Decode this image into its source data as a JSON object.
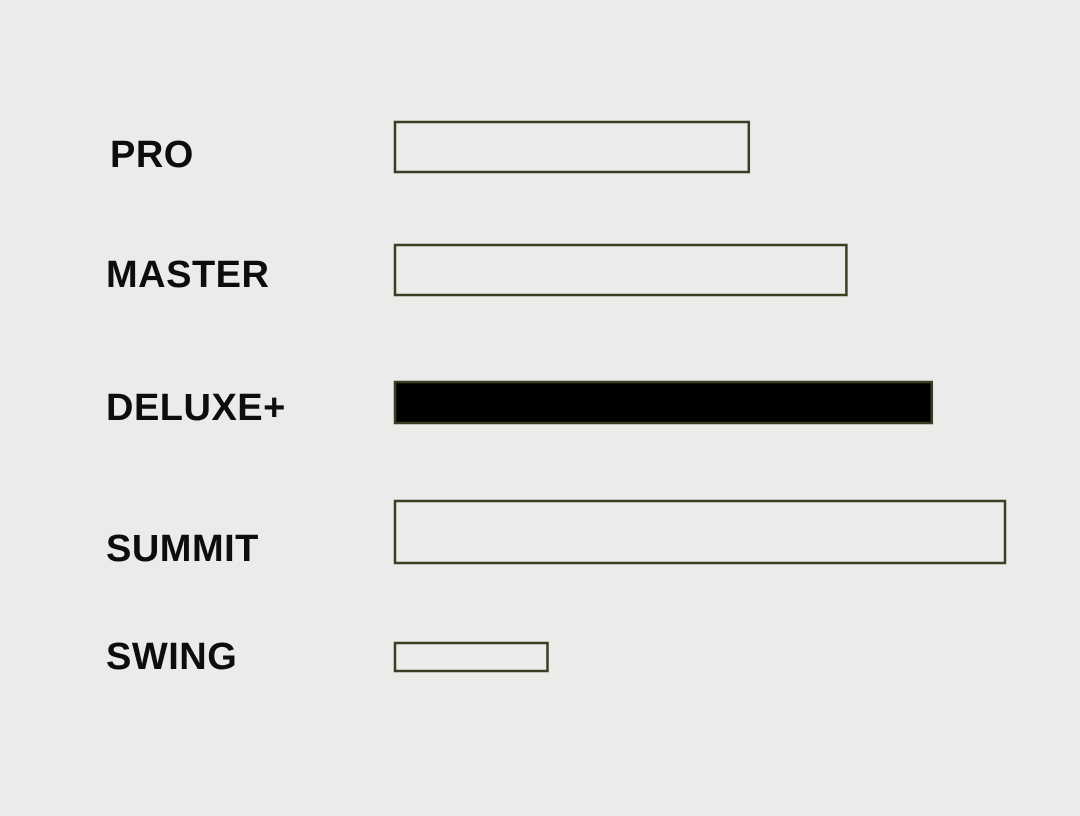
{
  "chart_data": {
    "type": "bar",
    "orientation": "horizontal",
    "categories": [
      "PRO",
      "MASTER",
      "DELUXE+",
      "SUMMIT",
      "SWING"
    ],
    "values": [
      58,
      74,
      88,
      100,
      25
    ],
    "highlighted": "DELUXE+",
    "xlim": [
      0,
      100
    ],
    "title": "",
    "xlabel": "",
    "ylabel": "",
    "grid": false,
    "legend": "none"
  },
  "colors": {
    "background": "#ebebea",
    "bar_fill": "#ebebea",
    "bar_stroke": "#3a3f24",
    "highlight_fill": "#000000",
    "label_text": "#0d0d0d"
  }
}
